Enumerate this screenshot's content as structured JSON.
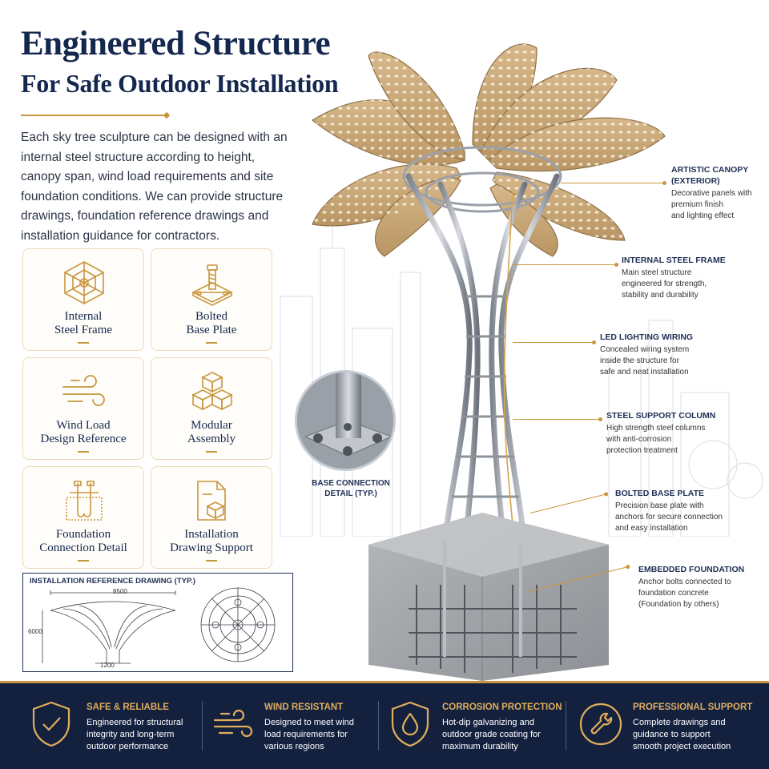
{
  "header": {
    "title_line1": "Engineered Structure",
    "title_line2": "For Safe Outdoor Installation",
    "intro": "Each sky tree sculpture can be designed with an internal steel structure according to height, canopy span, wind load requirements and site foundation conditions. We can provide structure drawings, foundation reference drawings and installation guidance for contractors."
  },
  "cards": [
    {
      "label": "Internal\nSteel Frame",
      "icon": "geodesic-frame-icon"
    },
    {
      "label": "Bolted\nBase Plate",
      "icon": "bolt-plate-icon"
    },
    {
      "label": "Wind Load\nDesign Reference",
      "icon": "wind-icon"
    },
    {
      "label": "Modular\nAssembly",
      "icon": "cubes-icon"
    },
    {
      "label": "Foundation\nConnection Detail",
      "icon": "anchor-bolt-icon"
    },
    {
      "label": "Installation\nDrawing Support",
      "icon": "document-box-icon"
    }
  ],
  "drawing": {
    "title": "INSTALLATION REFERENCE DRAWING (TYP.)",
    "width_dim": "8500",
    "height_dim": "6000",
    "base_dim": "1200"
  },
  "detail": {
    "label": "BASE CONNECTION\nDETAIL (TYP.)"
  },
  "callouts": [
    {
      "heading": "ARTISTIC CANOPY\n(EXTERIOR)",
      "desc": "Decorative panels with\npremium finish\nand lighting effect"
    },
    {
      "heading": "INTERNAL STEEL FRAME",
      "desc": "Main steel structure\nengineered for strength,\nstability and durability"
    },
    {
      "heading": "LED LIGHTING WIRING",
      "desc": "Concealed wiring system\ninside the structure for\nsafe and neat installation"
    },
    {
      "heading": "STEEL SUPPORT COLUMN",
      "desc": "High strength steel columns\nwith anti-corrosion\nprotection treatment"
    },
    {
      "heading": "BOLTED BASE PLATE",
      "desc": "Precision base plate with\nanchors for secure connection\nand easy installation"
    },
    {
      "heading": "EMBEDDED FOUNDATION",
      "desc": "Anchor bolts connected to\nfoundation concrete\n(Foundation by others)"
    }
  ],
  "features": [
    {
      "heading": "SAFE & RELIABLE",
      "desc": "Engineered for structural\nintegrity and long-term\noutdoor performance",
      "icon": "shield-check-icon"
    },
    {
      "heading": "WIND RESISTANT",
      "desc": "Designed to meet wind\nload requirements for\nvarious regions",
      "icon": "wind-icon"
    },
    {
      "heading": "CORROSION PROTECTION",
      "desc": "Hot-dip galvanizing and\noutdoor grade coating for\nmaximum durability",
      "icon": "shield-drop-icon"
    },
    {
      "heading": "PROFESSIONAL SUPPORT",
      "desc": "Complete drawings and\nguidance to support\nsmooth project execution",
      "icon": "wrench-icon"
    }
  ],
  "colors": {
    "navy": "#14274e",
    "gold": "#c8963e",
    "footer_bg": "#13213f"
  }
}
